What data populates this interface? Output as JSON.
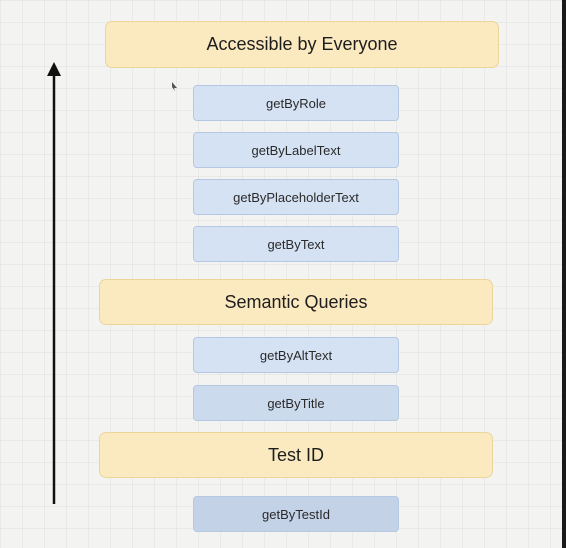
{
  "diagram": {
    "arrow": "up-arrow",
    "categories": [
      {
        "label": "Accessible by Everyone"
      },
      {
        "label": "Semantic Queries"
      },
      {
        "label": "Test ID"
      }
    ],
    "queries": [
      {
        "label": "getByRole"
      },
      {
        "label": "getByLabelText"
      },
      {
        "label": "getByPlaceholderText"
      },
      {
        "label": "getByText"
      },
      {
        "label": "getByAltText"
      },
      {
        "label": "getByTitle"
      },
      {
        "label": "getByTestId"
      }
    ]
  },
  "colors": {
    "category_fill": "#fbe9bf",
    "query_fill": "#d5e2f4",
    "arrow": "#111111"
  }
}
